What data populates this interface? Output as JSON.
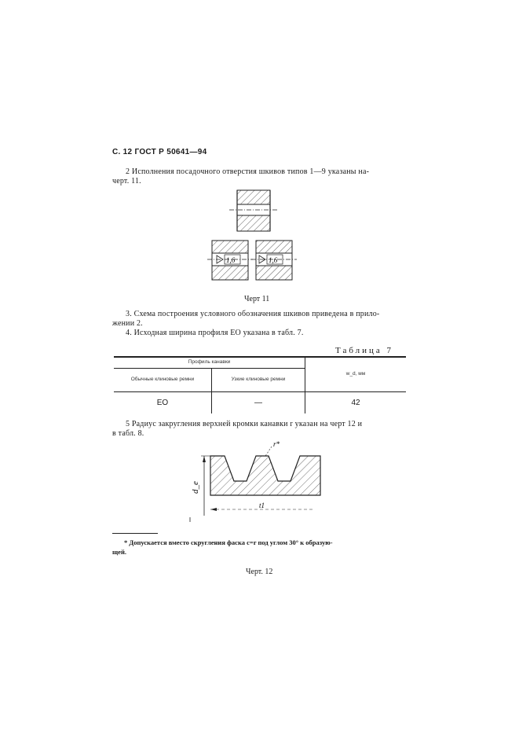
{
  "header": "С. 12 ГОСТ Р 50641—94",
  "paragraphs": {
    "p2_line1": "2  Исполнения посадочного отверстия шкивов типов 1—9    указаны на-",
    "p2_line2": "черт. 11.",
    "p3_line1": "3. Схема построения условного обозначения шкивов приведена в прило-",
    "p3_line2": "жении 2.",
    "p4": "4. Исходная ширина профиля ЕО указана в табл. 7.",
    "p5_line1": "5  Радиус закругления верхней кромки канавки r указан на черт  12  и",
    "p5_line2": "в табл. 8."
  },
  "figure11": {
    "caption": "Черт  11",
    "roughness_left": "1,6",
    "roughness_right": "1,6"
  },
  "table": {
    "label": "Таблица  7",
    "group_header": "Профиль канавки",
    "col1_header": "Обычные клиновые ремни",
    "col2_header": "Узкие клиновые ремни",
    "col3_header": "w_d, мм",
    "row": {
      "col1": "ЕО",
      "col2": "—",
      "col3": "42"
    }
  },
  "figure12": {
    "caption": "Черт. 12",
    "label_r": "r*",
    "label_de": "d_e",
    "label_dim": "t1"
  },
  "footnote": {
    "line1": "* Допускается вместо скругления фаска c=r под углом 30° к образую-",
    "line2": "щей."
  }
}
